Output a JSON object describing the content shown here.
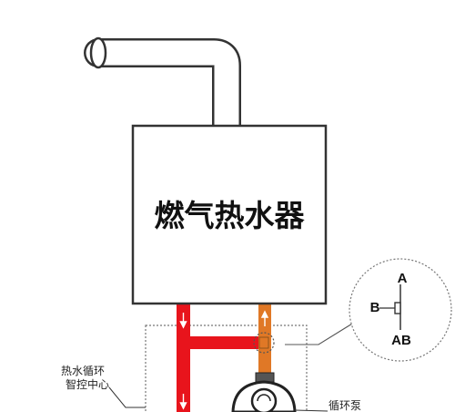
{
  "heater": {
    "title": "燃气热水器"
  },
  "callouts": {
    "control_center_line1": "热水循环",
    "control_center_line2": "智控中心",
    "pump": "循环泵"
  },
  "valve": {
    "label_a": "A",
    "label_b": "B",
    "label_ab": "AB"
  },
  "colors": {
    "hot_pipe": "#e8141c",
    "return_pipe": "#e07826",
    "outline": "#3a3a3a",
    "heater_fill": "#ffffff"
  }
}
